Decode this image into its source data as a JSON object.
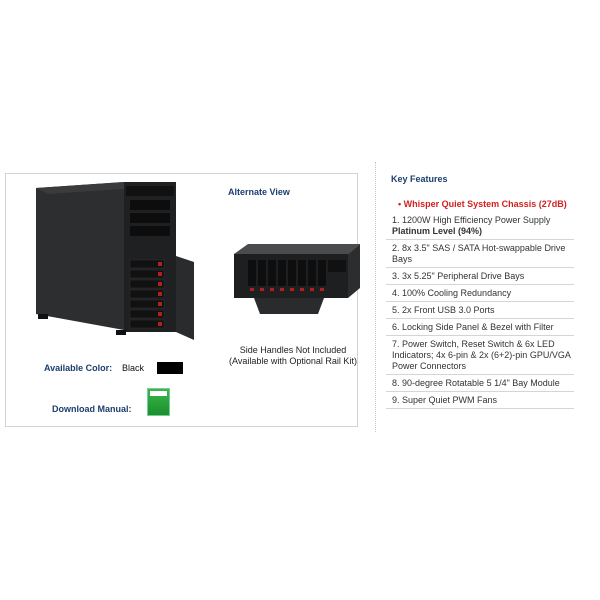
{
  "product_panel": {
    "alternate_view_label": "Alternate View",
    "side_handles_note_line1": "Side Handles Not Included",
    "side_handles_note_line2": "(Available with Optional Rail Kit)",
    "available_color_label": "Available Color:",
    "available_color_value": "Black",
    "swatch_color": "#000000",
    "download_manual_label": "Download Manual:"
  },
  "key_features": {
    "title": "Key Features",
    "items": [
      {
        "text": "• Whisper Quiet System Chassis (27dB)"
      },
      {
        "text": "1. 1200W High Efficiency Power Supply ",
        "bold": "Platinum Level (94%)"
      },
      {
        "text": "2. 8x 3.5\" SAS / SATA Hot-swappable Drive Bays"
      },
      {
        "text": "3. 3x 5.25\" Peripheral Drive Bays"
      },
      {
        "text": "4. 100% Cooling Redundancy"
      },
      {
        "text": "5. 2x Front USB 3.0 Ports"
      },
      {
        "text": "6. Locking Side Panel & Bezel with Filter"
      },
      {
        "text": "7. Power Switch, Reset Switch & 6x LED Indicators; 4x 6-pin & 2x (6+2)-pin GPU/VGA Power Connectors"
      },
      {
        "text": "8. 90-degree Rotatable 5 1/4\" Bay Module"
      },
      {
        "text": "9. Super Quiet PWM Fans"
      }
    ]
  }
}
